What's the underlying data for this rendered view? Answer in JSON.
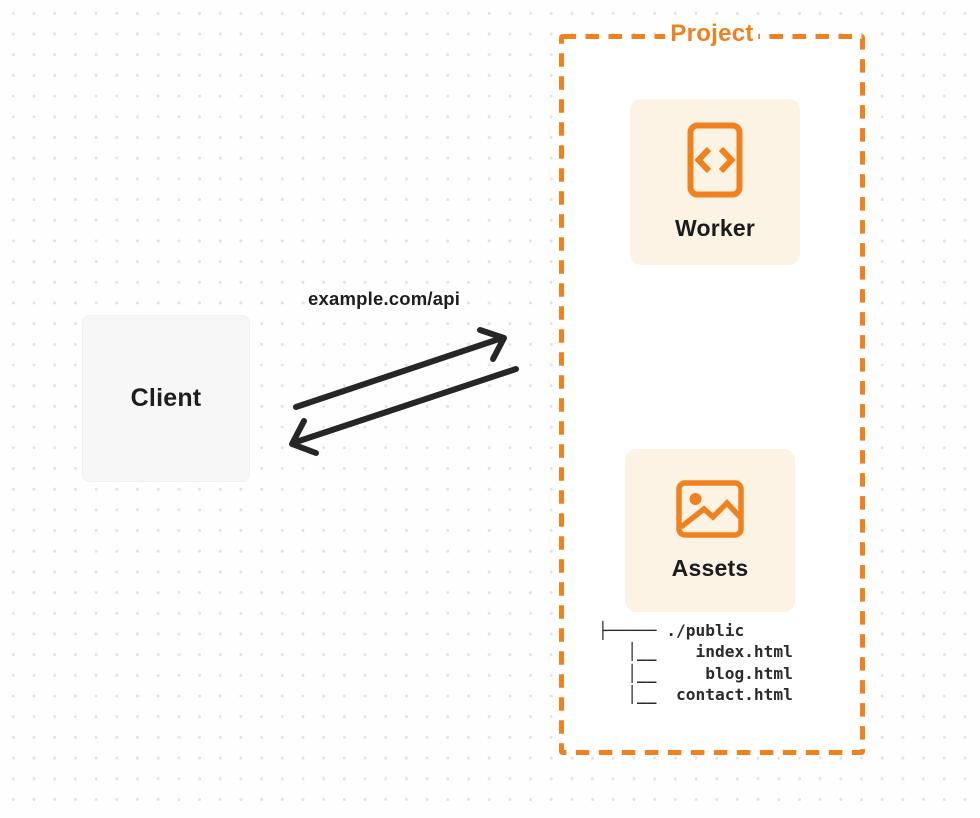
{
  "diagram": {
    "client": {
      "label": "Client"
    },
    "request_label": "example.com/api",
    "project": {
      "label": "Project",
      "worker_card": {
        "label": "Worker",
        "icon": "code-document-icon"
      },
      "assets_card": {
        "label": "Assets",
        "icon": "image-icon"
      },
      "file_tree": "├───── ./public\n   │__    index.html\n   │__     blog.html\n   │__  contact.html"
    },
    "colors": {
      "accent_orange": "#F0811F",
      "card_background": "#FCF3E5",
      "client_background": "#F7F7F8",
      "arrow_color": "#262626",
      "dot_grid": "#E3E3E5",
      "text_dark": "#1E1E1F"
    }
  }
}
